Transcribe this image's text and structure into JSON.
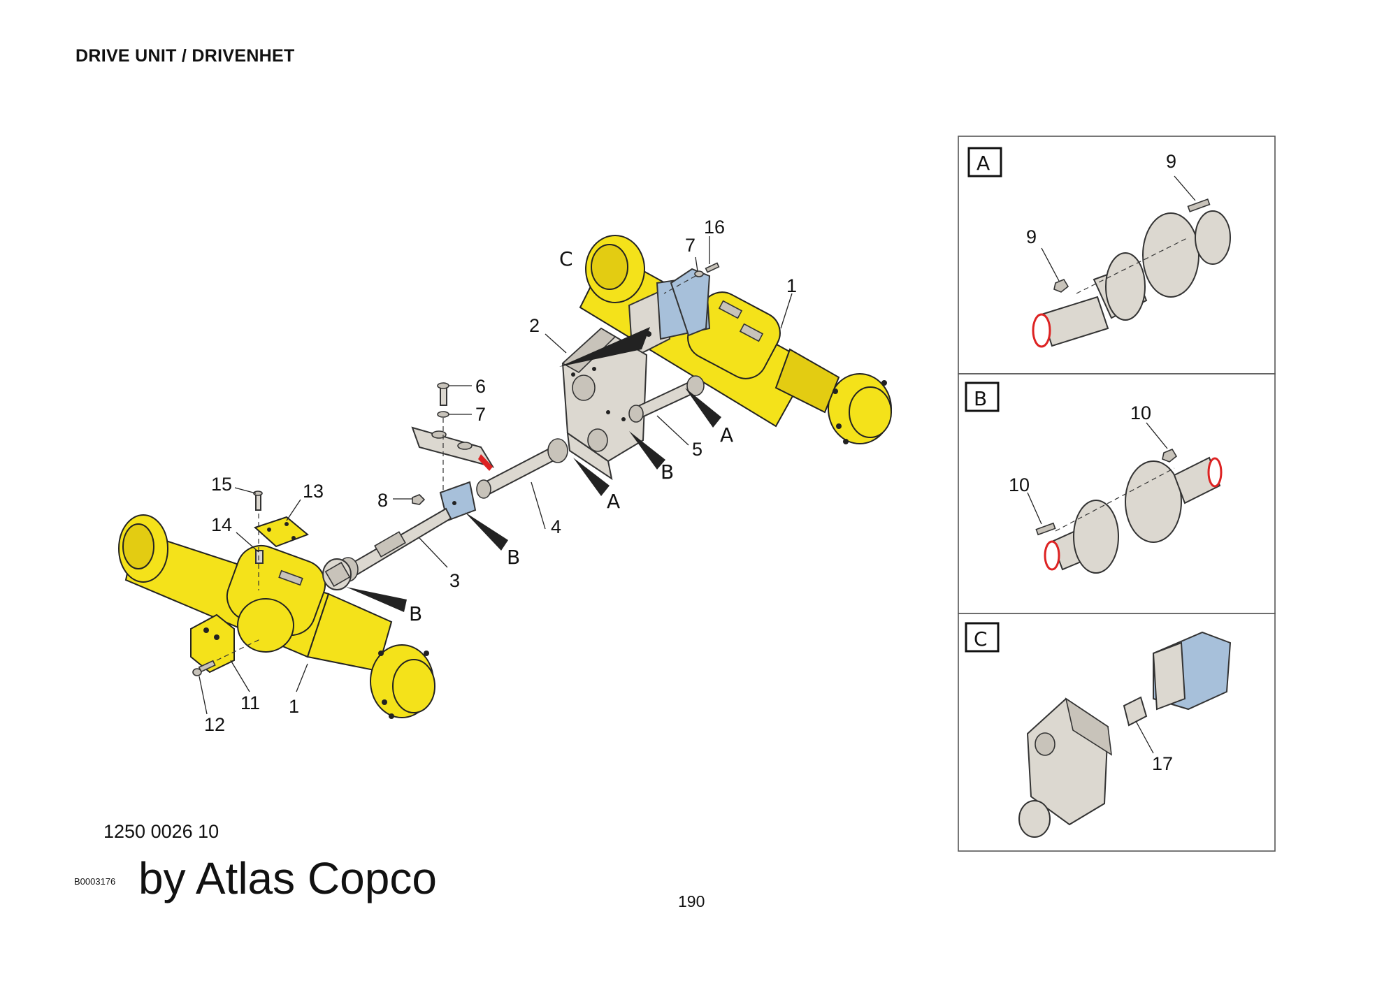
{
  "header": {
    "title": "DRIVE UNIT / DRIVENHET"
  },
  "footer": {
    "doc_number": "1250 0026 10",
    "drawing_code": "B0003176",
    "brand": "by Atlas Copco",
    "page_number": "190"
  },
  "callouts": {
    "c1a": "1",
    "c1b": "1",
    "c2": "2",
    "c3": "3",
    "c4": "4",
    "c5": "5",
    "c6": "6",
    "c7a": "7",
    "c7b": "7",
    "c8": "8",
    "c11": "11",
    "c12": "12",
    "c13": "13",
    "c14": "14",
    "c15": "15",
    "c16": "16"
  },
  "detail_refs": {
    "a1": "A",
    "a2": "A",
    "b1": "B",
    "b2": "B",
    "b3": "B",
    "c1": "C"
  },
  "detail_panels": [
    {
      "label": "A",
      "callouts": [
        "9",
        "9"
      ]
    },
    {
      "label": "B",
      "callouts": [
        "10",
        "10"
      ]
    },
    {
      "label": "C",
      "callouts": [
        "17"
      ]
    }
  ]
}
